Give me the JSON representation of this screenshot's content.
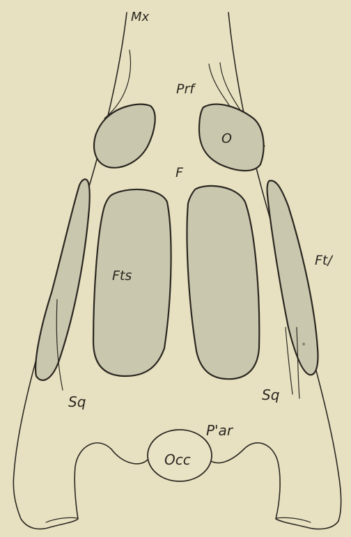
{
  "labels": {
    "maxilla": "Mx",
    "prefrontal": "Prf",
    "orbit": "O",
    "frontal": "F",
    "fenestra": "Fts",
    "postfrontal": "Ft/",
    "squamosal_left": "Sq",
    "squamosal_right": "Sq",
    "parietal": "P'ar",
    "occipital": "Occ"
  },
  "colors": {
    "background": "#e7e1c1",
    "shading": "#c9c7ae",
    "ink": "#2a2620"
  }
}
